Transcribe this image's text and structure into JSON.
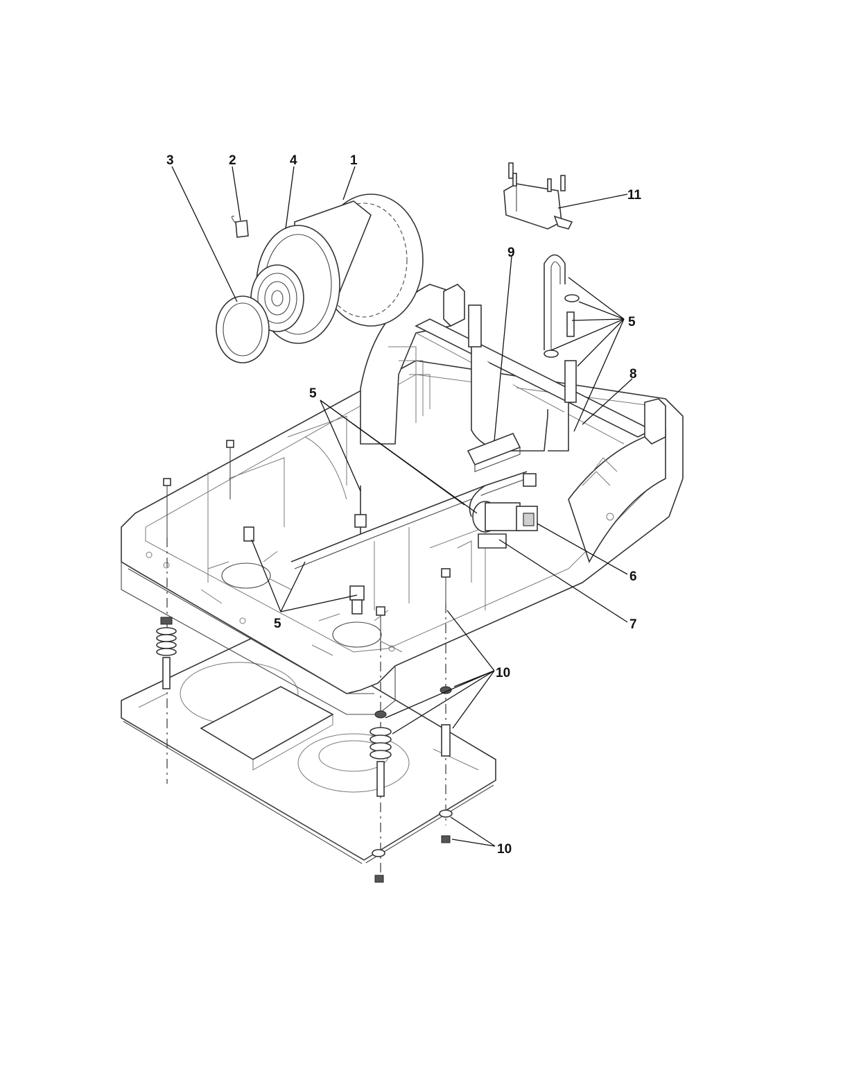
{
  "callouts": {
    "c1": "1",
    "c2": "2",
    "c3": "3",
    "c4": "4",
    "c5a": "5",
    "c5b": "5",
    "c5c": "5",
    "c6": "6",
    "c7": "7",
    "c8": "8",
    "c9": "9",
    "c10a": "10",
    "c10b": "10",
    "c11": "11"
  }
}
